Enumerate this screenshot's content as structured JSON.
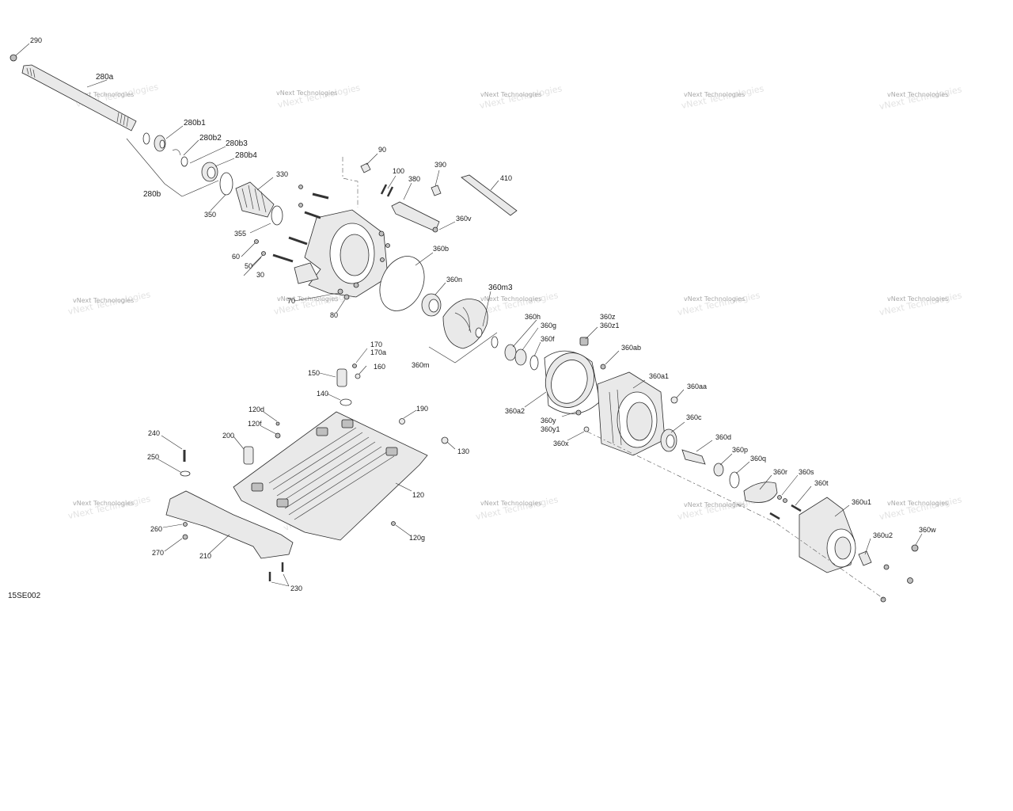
{
  "drawing_code": "15SE002",
  "watermark": "vNext Technologies",
  "labels": [
    {
      "id": "290",
      "text": "290"
    },
    {
      "id": "280a",
      "text": "280a"
    },
    {
      "id": "280b1",
      "text": "280b1"
    },
    {
      "id": "280b2",
      "text": "280b2"
    },
    {
      "id": "280b3",
      "text": "280b3"
    },
    {
      "id": "280b4",
      "text": "280b4"
    },
    {
      "id": "280b",
      "text": "280b"
    },
    {
      "id": "330",
      "text": "330"
    },
    {
      "id": "350",
      "text": "350"
    },
    {
      "id": "355",
      "text": "355"
    },
    {
      "id": "60",
      "text": "60"
    },
    {
      "id": "50",
      "text": "50"
    },
    {
      "id": "30",
      "text": "30"
    },
    {
      "id": "90",
      "text": "90"
    },
    {
      "id": "100",
      "text": "100"
    },
    {
      "id": "380",
      "text": "380"
    },
    {
      "id": "390",
      "text": "390"
    },
    {
      "id": "410",
      "text": "410"
    },
    {
      "id": "360v",
      "text": "360v"
    },
    {
      "id": "360b",
      "text": "360b"
    },
    {
      "id": "360n",
      "text": "360n"
    },
    {
      "id": "360m3",
      "text": "360m3"
    },
    {
      "id": "70",
      "text": "70"
    },
    {
      "id": "80",
      "text": "80"
    },
    {
      "id": "360m",
      "text": "360m"
    },
    {
      "id": "360h",
      "text": "360h"
    },
    {
      "id": "360g",
      "text": "360g"
    },
    {
      "id": "360f",
      "text": "360f"
    },
    {
      "id": "360z",
      "text": "360z"
    },
    {
      "id": "360z1",
      "text": "360z1"
    },
    {
      "id": "360ab",
      "text": "360ab"
    },
    {
      "id": "360a1",
      "text": "360a1"
    },
    {
      "id": "360aa",
      "text": "360aa"
    },
    {
      "id": "360a2",
      "text": "360a2"
    },
    {
      "id": "360y",
      "text": "360y"
    },
    {
      "id": "360y1",
      "text": "360y1"
    },
    {
      "id": "360x",
      "text": "360x"
    },
    {
      "id": "360c",
      "text": "360c"
    },
    {
      "id": "360d",
      "text": "360d"
    },
    {
      "id": "360p",
      "text": "360p"
    },
    {
      "id": "360q",
      "text": "360q"
    },
    {
      "id": "360r",
      "text": "360r"
    },
    {
      "id": "360s",
      "text": "360s"
    },
    {
      "id": "360t",
      "text": "360t"
    },
    {
      "id": "360u1",
      "text": "360u1"
    },
    {
      "id": "360u2",
      "text": "360u2"
    },
    {
      "id": "360w",
      "text": "360w"
    },
    {
      "id": "170",
      "text": "170"
    },
    {
      "id": "170a",
      "text": "170a"
    },
    {
      "id": "160",
      "text": "160"
    },
    {
      "id": "150",
      "text": "150"
    },
    {
      "id": "140",
      "text": "140"
    },
    {
      "id": "190",
      "text": "190"
    },
    {
      "id": "130",
      "text": "130"
    },
    {
      "id": "120d",
      "text": "120d"
    },
    {
      "id": "120f",
      "text": "120f"
    },
    {
      "id": "200",
      "text": "200"
    },
    {
      "id": "120",
      "text": "120"
    },
    {
      "id": "120g",
      "text": "120g"
    },
    {
      "id": "240",
      "text": "240"
    },
    {
      "id": "250",
      "text": "250"
    },
    {
      "id": "260",
      "text": "260"
    },
    {
      "id": "270",
      "text": "270"
    },
    {
      "id": "210",
      "text": "210"
    },
    {
      "id": "230",
      "text": "230"
    }
  ]
}
